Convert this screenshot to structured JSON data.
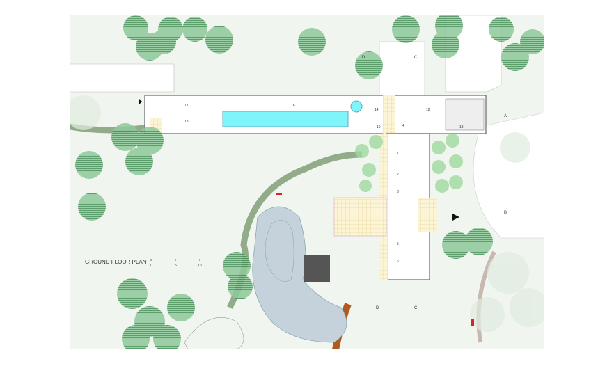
{
  "title": "GROUND FLOOR PLAN",
  "scale_bar": {
    "ticks": [
      "0",
      "5",
      "10"
    ]
  },
  "section_marks": [
    "D",
    "C",
    "A",
    "B",
    "D",
    "C"
  ],
  "room_numbers": [
    "16",
    "17",
    "18",
    "14",
    "10",
    "12",
    "13",
    "4",
    "1",
    "2",
    "3",
    "5",
    "6"
  ],
  "colors": {
    "pool": "#7ef5fa",
    "trees": "#3f9b55",
    "path": "#7a9a6f",
    "pond": "#c5d2dc",
    "background": "#f1f5ef"
  }
}
